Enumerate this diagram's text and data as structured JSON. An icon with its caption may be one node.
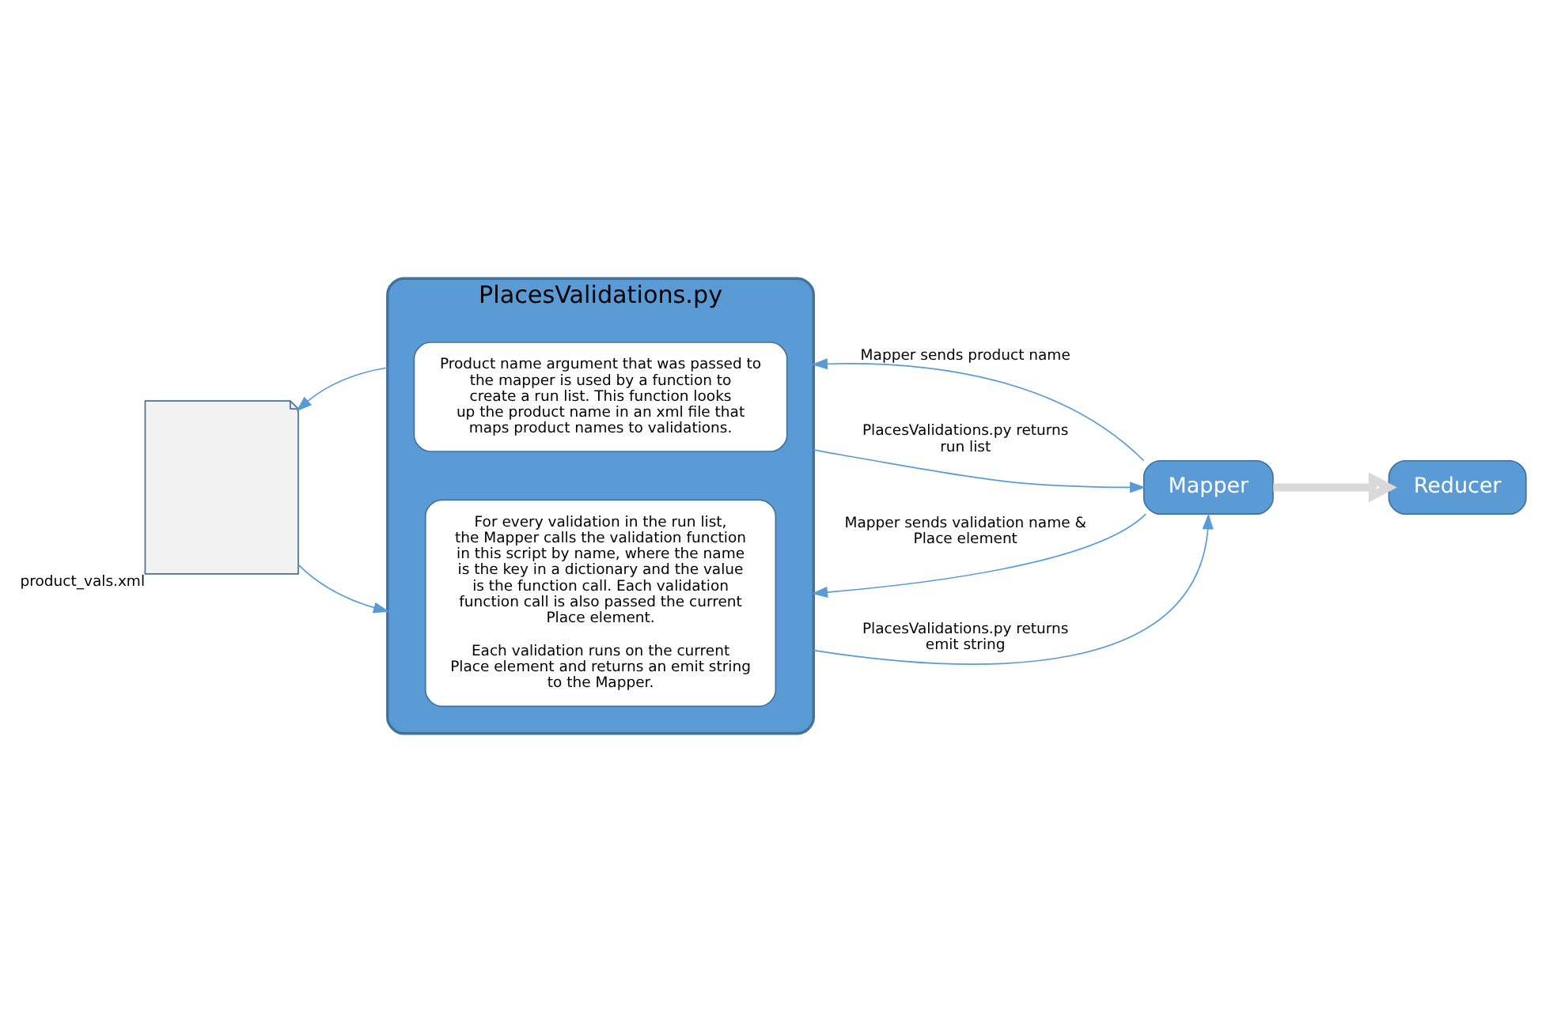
{
  "diagram": {
    "nodes": [
      {
        "text": [
          "product_vals.xml"
        ]
      },
      {
        "text": [
          "PlacesValidations.py"
        ]
      },
      {
        "text": [
          "Product name argument that was passed to the mapper is used by a function to create a run list. This function looks up the product name in an xml file that maps product names to validations."
        ],
        "in": 1
      },
      {
        "text": [
          "For every validation in the run list, the Mapper calls the validation function in this script by name, where the name is the key in a dictionary and the value is the function call. Each validation function call is also passed the current Place element.",
          "Each validation runs on the current Place element and returns an emit string to the Mapper."
        ],
        "in": 1
      },
      {
        "text": [
          "Mapper"
        ]
      },
      {
        "text": [
          "Reducer"
        ]
      }
    ],
    "edges": [
      {
        "from": 1,
        "to": 0,
        "arrow": "to"
      },
      {
        "from": 0,
        "to": 1,
        "arrow": "to"
      },
      {
        "from": 4,
        "to": 1,
        "arrow": "to",
        "label": "Mapper sends product name"
      },
      {
        "from": 1,
        "to": 4,
        "arrow": "to",
        "label": "PlacesValidations.py returns run list"
      },
      {
        "from": 4,
        "to": 1,
        "arrow": "to",
        "label": "Mapper sends validation name & Place element"
      },
      {
        "from": 1,
        "to": 4,
        "arrow": "to",
        "label": "PlacesValidations.py returns emit string"
      },
      {
        "from": 4,
        "to": 5,
        "arrow": "to",
        "style": "thick",
        "color": "#d9d9d9"
      }
    ]
  }
}
